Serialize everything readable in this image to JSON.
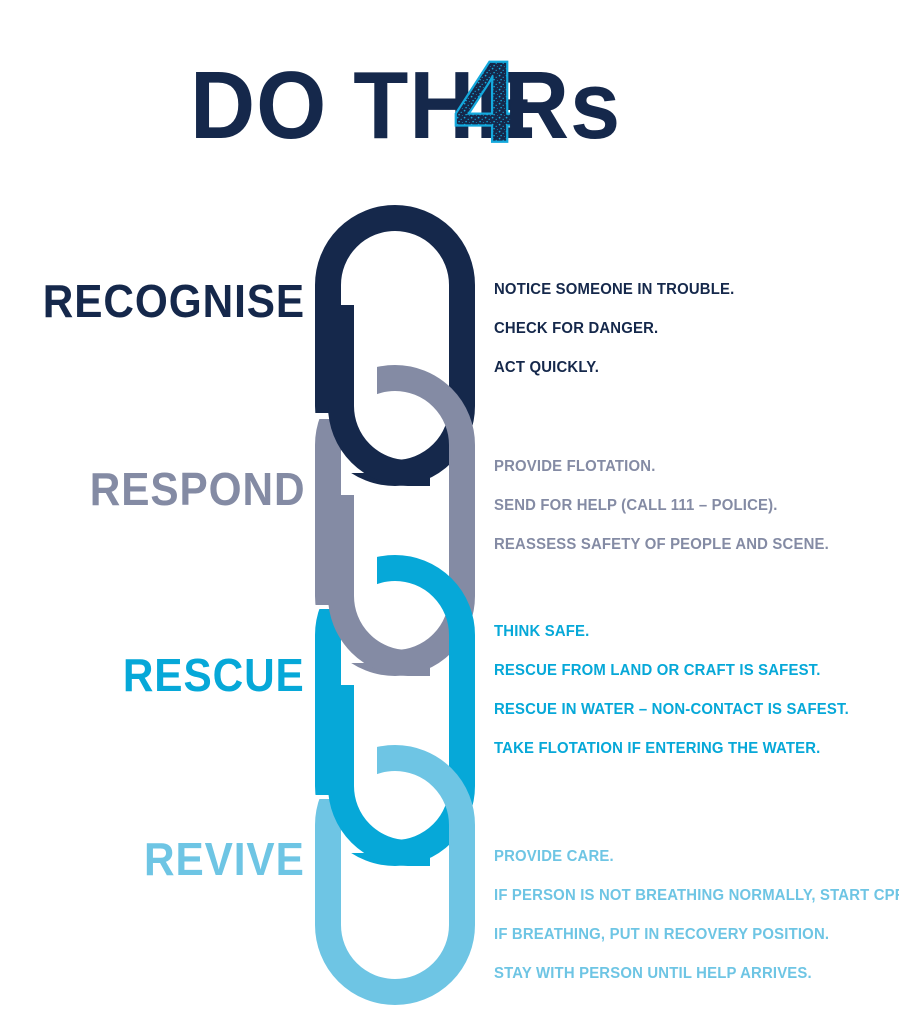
{
  "poster": {
    "title": "DO THE 4Rs",
    "title_parts": {
      "prefix": "DO THE",
      "numeral": "4",
      "suffix": "Rs"
    }
  },
  "colors": {
    "navy": "#15284b",
    "slate": "#848ba4",
    "cyan": "#06a8d8",
    "sky": "#6ec5e4",
    "background": "#ffffff"
  },
  "steps": [
    {
      "label": "RECOGNISE",
      "color": "#15284b",
      "lines": [
        "NOTICE SOMEONE IN TROUBLE.",
        "CHECK FOR DANGER.",
        "ACT QUICKLY."
      ]
    },
    {
      "label": "RESPOND",
      "color": "#848ba4",
      "lines": [
        "PROVIDE FLOTATION.",
        "SEND FOR HELP (CALL 111 – POLICE).",
        "REASSESS SAFETY OF PEOPLE AND SCENE."
      ]
    },
    {
      "label": "RESCUE",
      "color": "#06a8d8",
      "lines": [
        "THINK SAFE.",
        "RESCUE FROM LAND OR CRAFT IS SAFEST.",
        "RESCUE IN WATER – NON-CONTACT IS SAFEST.",
        "TAKE FLOTATION IF ENTERING THE WATER."
      ]
    },
    {
      "label": "REVIVE",
      "color": "#6ec5e4",
      "lines": [
        "PROVIDE CARE.",
        "IF PERSON IS NOT BREATHING NORMALLY, START CPR.",
        "IF BREATHING, PUT IN RECOVERY POSITION.",
        "STAY WITH PERSON UNTIL HELP ARRIVES."
      ]
    }
  ],
  "graphic": {
    "name": "interlocking-chain",
    "link_count": 4
  }
}
